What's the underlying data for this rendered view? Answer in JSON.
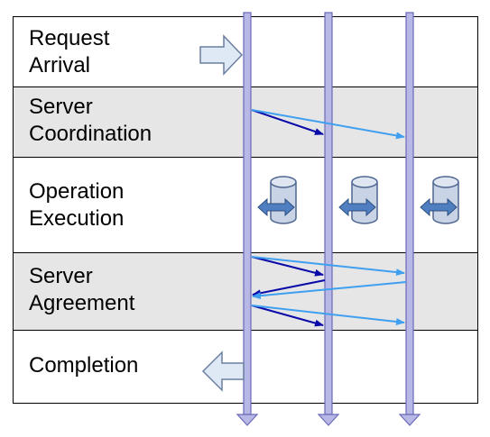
{
  "phases": [
    {
      "id": "request-arrival",
      "lines": [
        "Request",
        "Arrival"
      ]
    },
    {
      "id": "server-coordination",
      "lines": [
        "Server",
        "Coordination"
      ]
    },
    {
      "id": "operation-execution",
      "lines": [
        "Operation",
        "Execution"
      ]
    },
    {
      "id": "server-agreement",
      "lines": [
        "Server",
        "Agreement"
      ]
    },
    {
      "id": "completion",
      "lines": [
        "Completion"
      ]
    }
  ],
  "colors": {
    "timeline_fill": "#b8b8e6",
    "timeline_stroke": "#6a6ab8",
    "arrow_dark": "#0a0aa8",
    "arrow_light": "#3fa0f0",
    "block_arrow_fill": "#dfe8f5",
    "block_arrow_stroke": "#6a7f9f",
    "db_fill": "#c9d3e6",
    "db_stroke": "#4f6690",
    "db_arrow": "#4f7fc0",
    "shaded_band": "#e6e6e6"
  },
  "icons": [
    "block-arrow-right-icon",
    "database-icon",
    "double-arrow-icon",
    "block-arrow-left-icon"
  ]
}
